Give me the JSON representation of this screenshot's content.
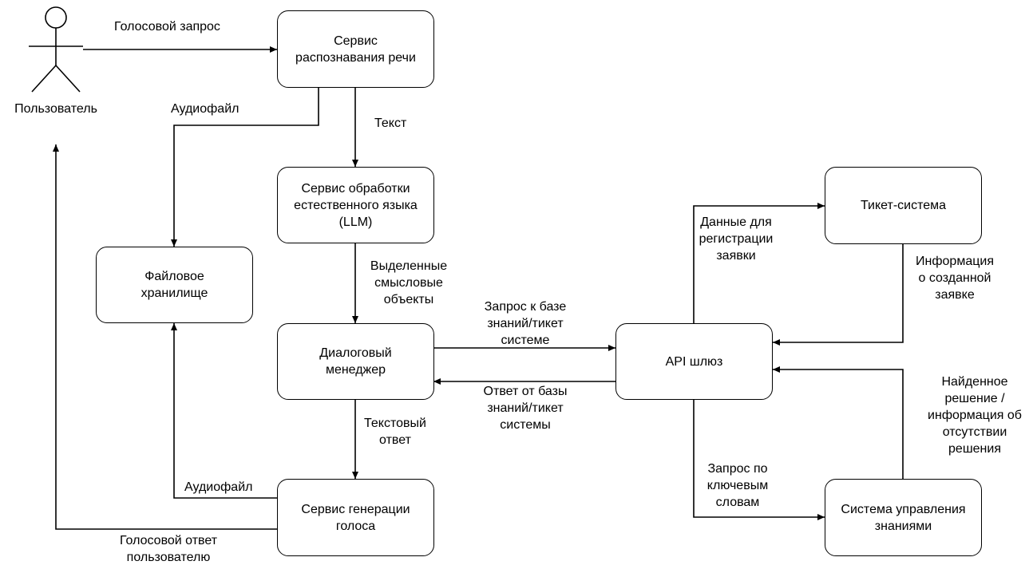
{
  "actor": {
    "label": "Пользователь"
  },
  "nodes": {
    "speech_recognition": "Сервис\nраспознавания речи",
    "nlp": "Сервис обработки\nестественного языка\n(LLM)",
    "file_storage": "Файловое\nхранилище",
    "dialog_manager": "Диалоговый\nменеджер",
    "voice_generation": "Сервис генерации\nголоса",
    "api_gateway": "API  шлюз",
    "ticket_system": "Тикет-система",
    "knowledge_system": "Система управления\nзнаниями"
  },
  "edges": {
    "voice_request": "Голосовой запрос",
    "audio_file_top": "Аудиофайл",
    "text": "Текст",
    "semantic_objects": "Выделенные\nсмысловые\nобъекты",
    "text_answer": "Текстовый\nответ",
    "audio_file_bottom": "Аудиофайл",
    "voice_answer": "Голосовой ответ\nпользователю",
    "kb_request": "Запрос к базе\nзнаний/тикет\nсистеме",
    "kb_response": "Ответ от базы\nзнаний/тикет\nсистемы",
    "ticket_data": "Данные для\nрегистрации\nзаявки",
    "ticket_info": "Информация\nо созданной\nзаявке",
    "keyword_request": "Запрос по\nключевым\nсловам",
    "found_solution": "Найденное\nрешение /\nинформация об\nотсутствии\nрешения"
  }
}
